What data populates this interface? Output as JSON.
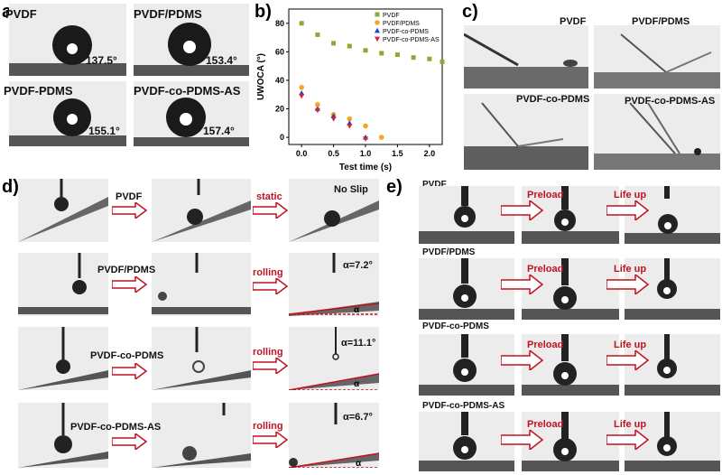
{
  "panel_a": {
    "label": "a)",
    "cells": [
      {
        "name": "PVDF",
        "angle": "137.5°"
      },
      {
        "name": "PVDF/PDMS",
        "angle": "153.4°"
      },
      {
        "name": "PVDF-PDMS",
        "angle": "155.1°"
      },
      {
        "name": "PVDF-co-PDMS-AS",
        "angle": "157.4°"
      }
    ]
  },
  "panel_b": {
    "label": "b)"
  },
  "chart_data": {
    "type": "scatter",
    "xlabel": "Test time (s)",
    "ylabel": "UWOCA (°)",
    "xlim": [
      -0.2,
      2.2
    ],
    "ylim": [
      -5,
      90
    ],
    "xticks": [
      "0.0",
      "0.5",
      "1.0",
      "1.5",
      "2.0"
    ],
    "yticks": [
      "0",
      "20",
      "40",
      "60",
      "80"
    ],
    "legend_position": "top-right",
    "series": [
      {
        "name": "PVDF",
        "color": "#8fa833",
        "marker": "square",
        "x": [
          0,
          0.25,
          0.5,
          0.75,
          1.0,
          1.25,
          1.5,
          1.75,
          2.0,
          2.2
        ],
        "y": [
          80,
          72,
          66,
          64,
          61,
          59,
          58,
          56,
          55,
          53
        ]
      },
      {
        "name": "PVDF/PDMS",
        "color": "#f5a623",
        "marker": "circle",
        "x": [
          0,
          0.25,
          0.5,
          0.75,
          1.0,
          1.25
        ],
        "y": [
          35,
          23,
          16,
          13,
          8,
          0
        ]
      },
      {
        "name": "PVDF-co-PDMS",
        "color": "#1f3fcf",
        "marker": "triangle-up",
        "x": [
          0,
          0.25,
          0.5,
          0.75,
          1.0
        ],
        "y": [
          31,
          20,
          15,
          10,
          0
        ]
      },
      {
        "name": "PVDF-co-PDMS-AS",
        "color": "#d0243c",
        "marker": "triangle-down",
        "x": [
          0,
          0.25,
          0.5,
          0.75,
          1.0
        ],
        "y": [
          29,
          19,
          13,
          8,
          -1
        ]
      }
    ]
  },
  "panel_c": {
    "label": "c)",
    "cells": [
      "PVDF",
      "PVDF/PDMS",
      "PVDF-co-PDMS",
      "PVDF-co-PDMS-AS"
    ]
  },
  "panel_d": {
    "label": "d)",
    "rows": [
      {
        "name": "PVDF",
        "action": "static",
        "result": "No Slip"
      },
      {
        "name": "PVDF/PDMS",
        "action": "rolling",
        "result": "α=7.2°"
      },
      {
        "name": "PVDF-co-PDMS",
        "action": "rolling",
        "result": "α=11.1°"
      },
      {
        "name": "PVDF-co-PDMS-AS",
        "action": "rolling",
        "result": "α=6.7°"
      }
    ],
    "alpha_symbol": "α"
  },
  "panel_e": {
    "label": "e)",
    "rows": [
      {
        "name": "PVDF",
        "step1": "Preload",
        "step2": "Life up"
      },
      {
        "name": "PVDF/PDMS",
        "step1": "Preload",
        "step2": "Life up"
      },
      {
        "name": "PVDF-co-PDMS",
        "step1": "Preload",
        "step2": "Life up"
      },
      {
        "name": "PVDF-co-PDMS-AS",
        "step1": "Preload",
        "step2": "Life up"
      }
    ]
  },
  "colors": {
    "arrow": "#c1121f",
    "photo_bg": "#ececec",
    "accent_text": "#c1121f"
  }
}
